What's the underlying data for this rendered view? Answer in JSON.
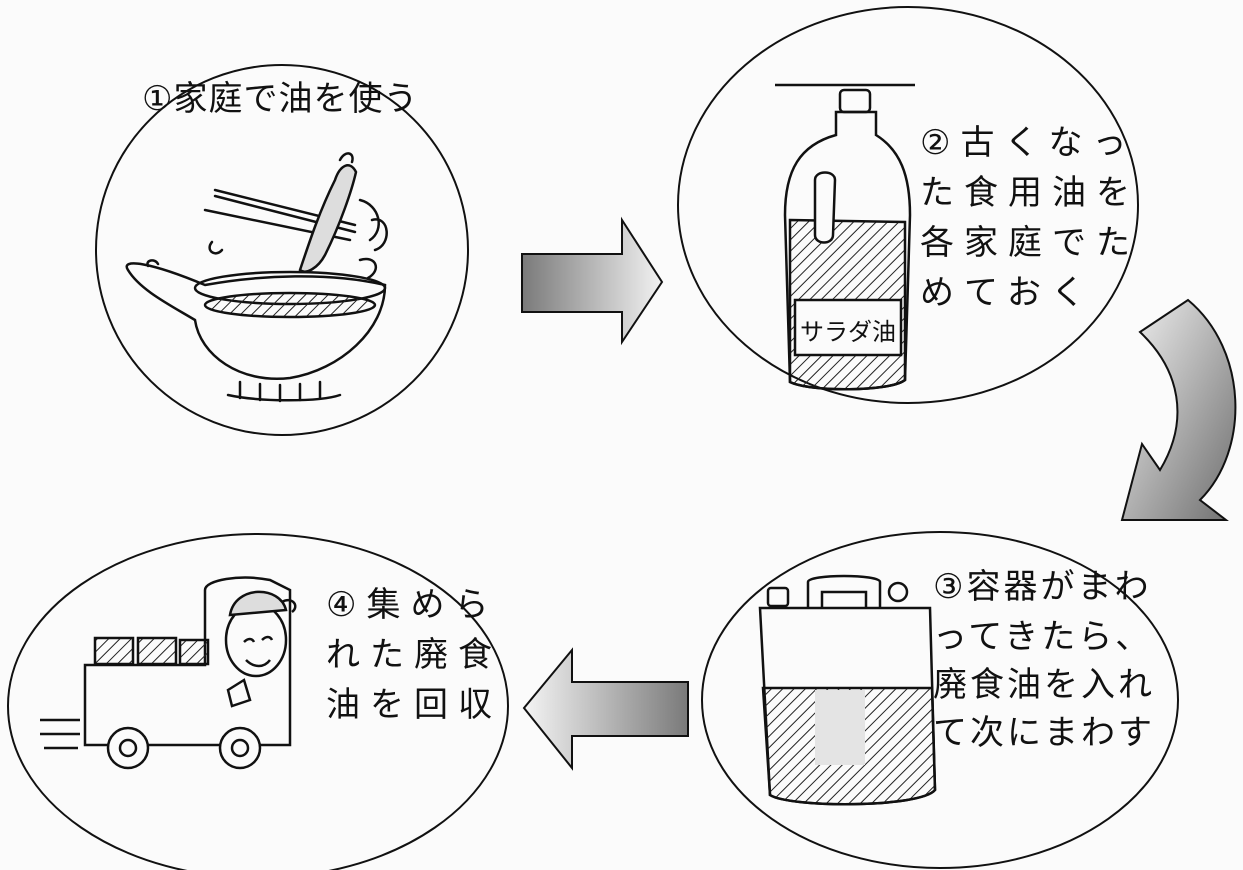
{
  "steps": [
    {
      "number": "①",
      "text": "家庭で油を使う",
      "illustration": "frying-pan-tempura-icon"
    },
    {
      "number": "②",
      "lines": [
        "古くなっ",
        "た食用油を",
        "各家庭でた",
        "めておく"
      ],
      "illustration": "oil-bottle-icon",
      "bottle_label": "サラダ油"
    },
    {
      "number": "③",
      "lines": [
        "容器がまわ",
        "ってきたら、",
        "廃食油を入れ",
        "て次にまわす"
      ],
      "illustration": "oil-container-icon"
    },
    {
      "number": "④",
      "lines": [
        "集めら",
        "れた廃食",
        "油を回収"
      ],
      "illustration": "collection-truck-icon"
    }
  ],
  "arrows": [
    "arrow-right-icon",
    "arrow-curved-down-icon",
    "arrow-left-icon"
  ],
  "colors": {
    "ink": "#111111",
    "arrow_dark": "#777777",
    "arrow_light": "#f2f2f2",
    "paper": "#fbfbfb"
  }
}
